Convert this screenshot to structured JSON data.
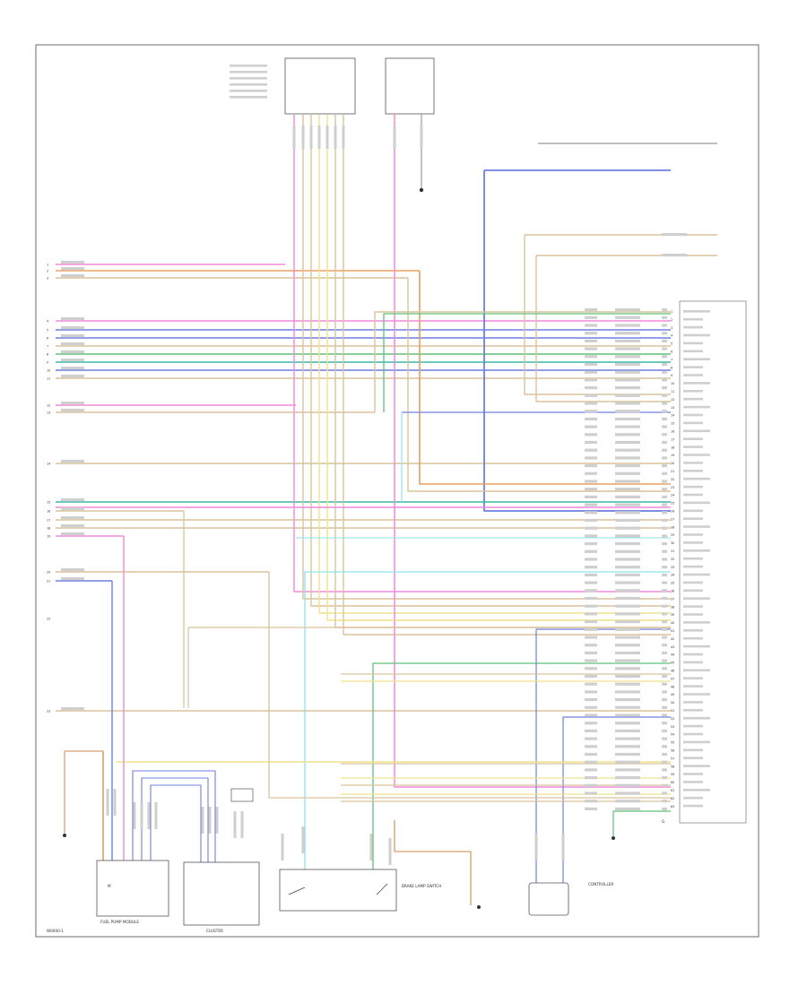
{
  "footer": {
    "code": "W0000-1"
  },
  "components": {
    "module_bottom_right": "CONTROLLER",
    "fuel_module": "FUEL PUMP MODULE",
    "cluster": "CLUSTER",
    "brake_switch": "BRAKE LAMP SWITCH",
    "pin_top": "G"
  },
  "left_connector_pins": [
    "1",
    "2",
    "3",
    "4",
    "5",
    "6",
    "7",
    "8",
    "9",
    "10",
    "11",
    "12",
    "13",
    "14",
    "15",
    "16",
    "17",
    "18",
    "19",
    "20",
    "21",
    "22",
    "23"
  ],
  "right_connector_pins": [
    "1",
    "2",
    "3",
    "4",
    "5",
    "6",
    "7",
    "8",
    "9",
    "10",
    "11",
    "12",
    "13",
    "14",
    "15",
    "16",
    "17",
    "18",
    "19",
    "20",
    "21",
    "22",
    "23",
    "24",
    "25",
    "26",
    "27",
    "28",
    "29",
    "30",
    "31",
    "32",
    "33",
    "34",
    "35",
    "36",
    "37",
    "38",
    "39",
    "40",
    "41",
    "42",
    "43",
    "44",
    "45",
    "46",
    "47",
    "48",
    "49",
    "50",
    "51",
    "52",
    "53",
    "54",
    "55",
    "56",
    "57",
    "58",
    "59",
    "60",
    "61",
    "62",
    "63"
  ],
  "colors": {
    "pink": "#f08ad8",
    "orange": "#e8a060",
    "tan": "#d9c49a",
    "blue": "#6f7fe0",
    "green": "#5fc07a",
    "teal": "#3ab8a8",
    "yellow": "#efe48a",
    "cyan": "#8fe3ea",
    "brown": "#c98a4a",
    "frame": "#555555"
  }
}
